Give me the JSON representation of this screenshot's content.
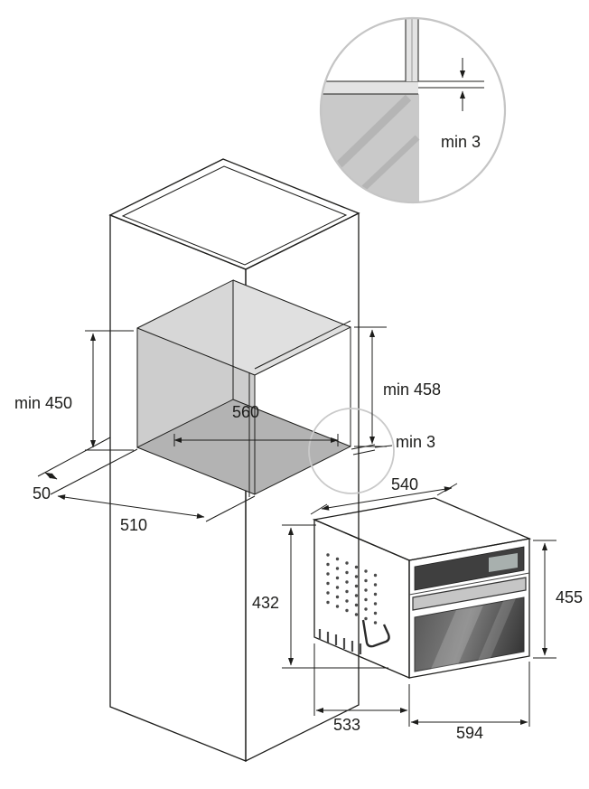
{
  "labels": {
    "detail_gap": "min 3",
    "niche_height_left": "min 450",
    "niche_width": "560",
    "niche_height_right": "min 458",
    "niche_front_gap": "min 3",
    "niche_offset": "50",
    "niche_depth": "510",
    "oven_top_depth": "540",
    "oven_side_height": "432",
    "oven_front_height": "455",
    "oven_side_depth": "533",
    "oven_front_width": "594"
  },
  "colors": {
    "line": "#1d1d1b",
    "interior_ceiling": "#e0e0e0",
    "interior_wall": "#d7d7d7",
    "interior_side": "#cdcdcd",
    "interior_floor": "#b3b3b3",
    "detail_ring": "#c5c5c5",
    "oven_panel": "#3f3f3f"
  }
}
